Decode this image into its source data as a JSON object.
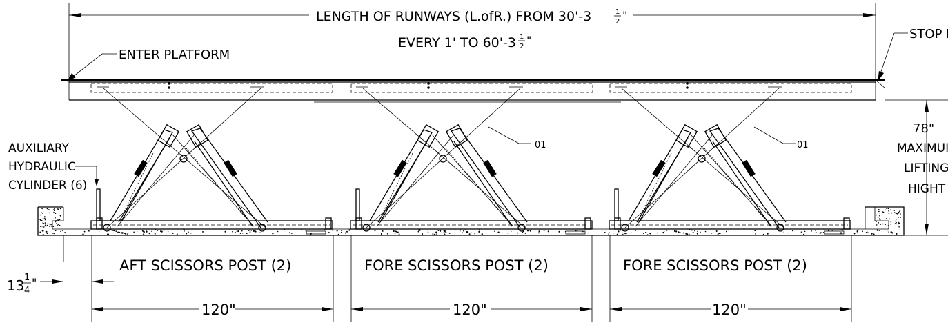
{
  "title": {
    "line1_text": "LENGTH OF RUNWAYS (L.ofR.) FROM 30'-3",
    "line1_frac_num": "1",
    "line1_frac_den": "2",
    "line1_quote": "\"",
    "line2_text": "EVERY 1' TO 60'-3",
    "line2_frac_num": "1",
    "line2_frac_den": "2",
    "line2_quote": "\""
  },
  "callouts": {
    "enter_platform": "ENTER PLATFORM",
    "stop_platform": "STOP P",
    "aux_line1": "AUXILIARY",
    "aux_line2": "HYDRAULIC",
    "aux_line3": "CYLINDER (6)",
    "part_label_1": "01",
    "part_label_2": "01"
  },
  "lift_height": {
    "value": "78\"",
    "line1": "MAXIMUI",
    "line2": "LIFTING",
    "line3": "HIGHT"
  },
  "posts": [
    {
      "label": "AFT SCISSORS POST (2)"
    },
    {
      "label": "FORE SCISSORS POST (2)"
    },
    {
      "label": "FORE SCISSORS POST (2)"
    }
  ],
  "spacing": [
    {
      "label": "120\""
    },
    {
      "label": "120\""
    },
    {
      "label": "120\""
    }
  ],
  "offset_dim": {
    "whole": "13",
    "frac_num": "1",
    "frac_den": "4",
    "quote": "\""
  }
}
